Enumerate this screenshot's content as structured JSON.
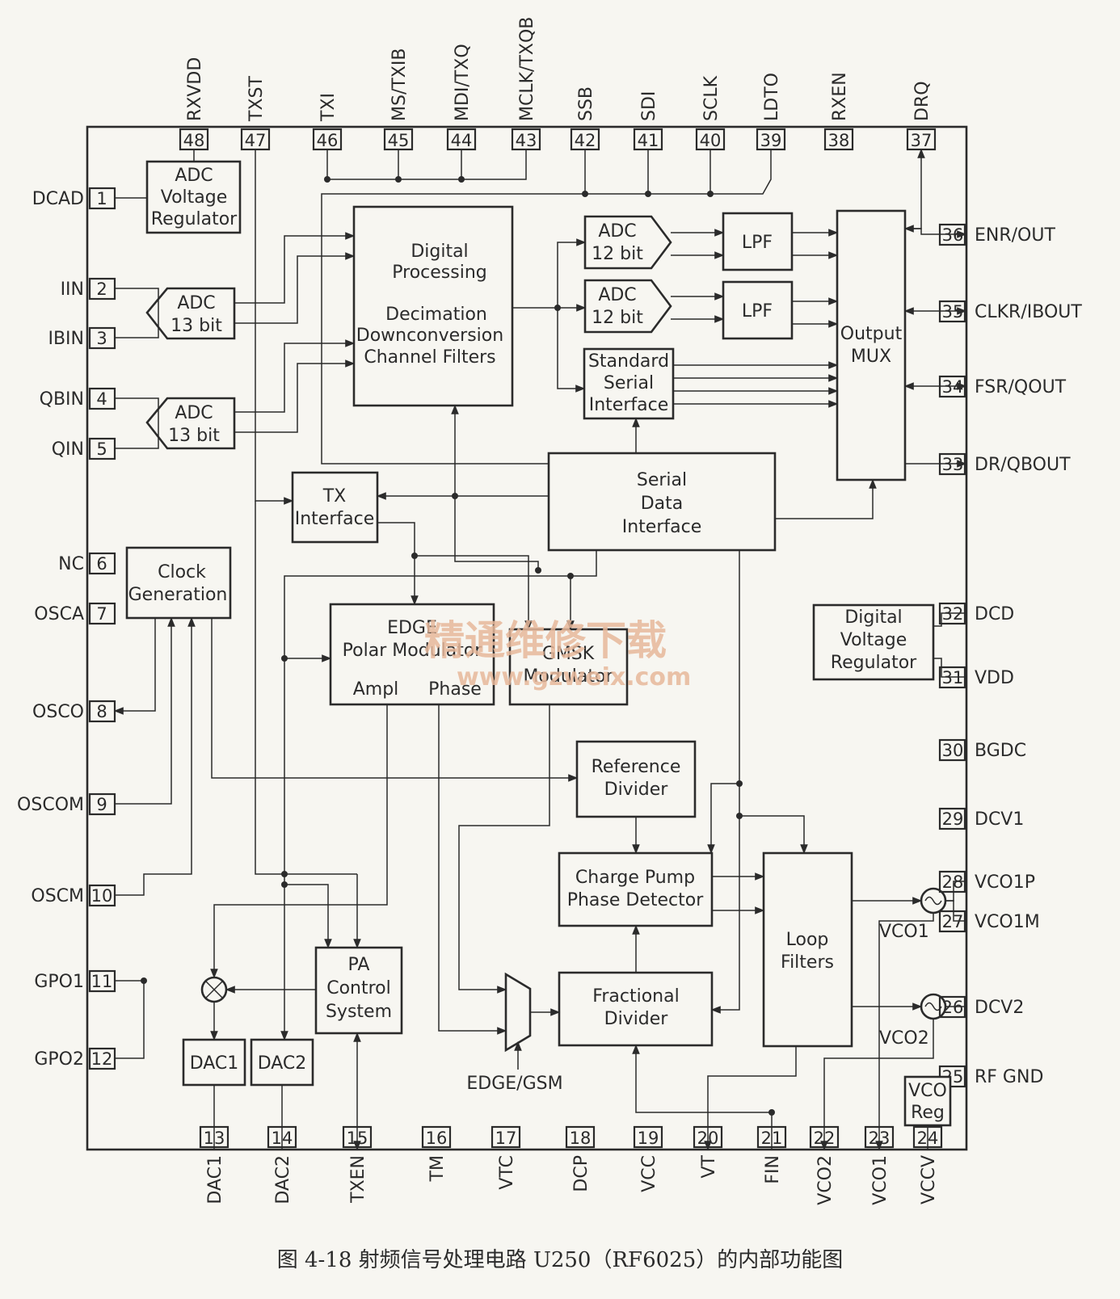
{
  "title": "图 4-18   射频信号处理电路 U250（RF6025）的内部功能图",
  "watermark": {
    "cn": "精通维修下载",
    "url": "www.gzweix.com"
  },
  "blocks": {
    "adc_vreg": [
      "ADC",
      "Voltage",
      "Regulator"
    ],
    "adc_i": [
      "ADC",
      "13 bit"
    ],
    "adc_q": [
      "ADC",
      "13 bit"
    ],
    "digital_proc": [
      "Digital",
      "Processing",
      "Decimation",
      "Downconversion",
      "Channel Filters"
    ],
    "adc12_a": [
      "ADC",
      "12 bit"
    ],
    "adc12_b": [
      "ADC",
      "12 bit"
    ],
    "lpf_a": "LPF",
    "lpf_b": "LPF",
    "ssi": [
      "Standard",
      "Serial",
      "Interface"
    ],
    "mux": [
      "Output",
      "MUX"
    ],
    "tx_if": [
      "TX",
      "Interface"
    ],
    "sdi": [
      "Serial",
      "Data",
      "Interface"
    ],
    "clock": [
      "Clock",
      "Generation"
    ],
    "edge": [
      "EDGE",
      "Polar Modulator",
      "Ampl",
      "Phase"
    ],
    "gmsk": [
      "GMSK",
      "Modulator"
    ],
    "dvreg": [
      "Digital",
      "Voltage",
      "Regulator"
    ],
    "refdiv": [
      "Reference",
      "Divider"
    ],
    "cpd": [
      "Charge Pump",
      "Phase Detector"
    ],
    "loop": [
      "Loop",
      "Filters"
    ],
    "frac": [
      "Fractional",
      "Divider"
    ],
    "pactl": [
      "PA",
      "Control",
      "System"
    ],
    "dac1": "DAC1",
    "dac2": "DAC2",
    "vcoreg": [
      "VCO",
      "Reg"
    ],
    "edge_gsm": "EDGE/GSM",
    "vco1_label": "VCO1",
    "vco2_label": "VCO2"
  },
  "pins_top": [
    {
      "n": "48",
      "name": "RXVDD"
    },
    {
      "n": "47",
      "name": "TXST"
    },
    {
      "n": "46",
      "name": "TXI"
    },
    {
      "n": "45",
      "name": "MS/TXIB"
    },
    {
      "n": "44",
      "name": "MDI/TXQ"
    },
    {
      "n": "43",
      "name": "MCLK/TXQB"
    },
    {
      "n": "42",
      "name": "SSB"
    },
    {
      "n": "41",
      "name": "SDI"
    },
    {
      "n": "40",
      "name": "SCLK"
    },
    {
      "n": "39",
      "name": "LDTO"
    },
    {
      "n": "38",
      "name": "RXEN"
    },
    {
      "n": "37",
      "name": "DRQ"
    }
  ],
  "pins_left": [
    {
      "n": "1",
      "name": "DCAD"
    },
    {
      "n": "2",
      "name": "IIN"
    },
    {
      "n": "3",
      "name": "IBIN"
    },
    {
      "n": "4",
      "name": "QBIN"
    },
    {
      "n": "5",
      "name": "QIN"
    },
    {
      "n": "6",
      "name": "NC"
    },
    {
      "n": "7",
      "name": "OSCA"
    },
    {
      "n": "8",
      "name": "OSCO"
    },
    {
      "n": "9",
      "name": "OSCOM"
    },
    {
      "n": "10",
      "name": "OSCM"
    },
    {
      "n": "11",
      "name": "GPO1"
    },
    {
      "n": "12",
      "name": "GPO2"
    }
  ],
  "pins_right": [
    {
      "n": "36",
      "name": "ENR/OUT"
    },
    {
      "n": "35",
      "name": "CLKR/IBOUT"
    },
    {
      "n": "34",
      "name": "FSR/QOUT"
    },
    {
      "n": "33",
      "name": "DR/QBOUT"
    },
    {
      "n": "32",
      "name": "DCD"
    },
    {
      "n": "31",
      "name": "VDD"
    },
    {
      "n": "30",
      "name": "BGDC"
    },
    {
      "n": "29",
      "name": "DCV1"
    },
    {
      "n": "28",
      "name": "VCO1P"
    },
    {
      "n": "27",
      "name": "VCO1M"
    },
    {
      "n": "26",
      "name": "DCV2"
    },
    {
      "n": "25",
      "name": "RF GND"
    }
  ],
  "pins_bottom": [
    {
      "n": "13",
      "name": "DAC1"
    },
    {
      "n": "14",
      "name": "DAC2"
    },
    {
      "n": "15",
      "name": "TXEN"
    },
    {
      "n": "16",
      "name": "TM"
    },
    {
      "n": "17",
      "name": "VTC"
    },
    {
      "n": "18",
      "name": "DCP"
    },
    {
      "n": "19",
      "name": "VCC"
    },
    {
      "n": "20",
      "name": "VT"
    },
    {
      "n": "21",
      "name": "FIN"
    },
    {
      "n": "22",
      "name": "VCO2"
    },
    {
      "n": "23",
      "name": "VCO1"
    },
    {
      "n": "24",
      "name": "VCCV"
    }
  ]
}
